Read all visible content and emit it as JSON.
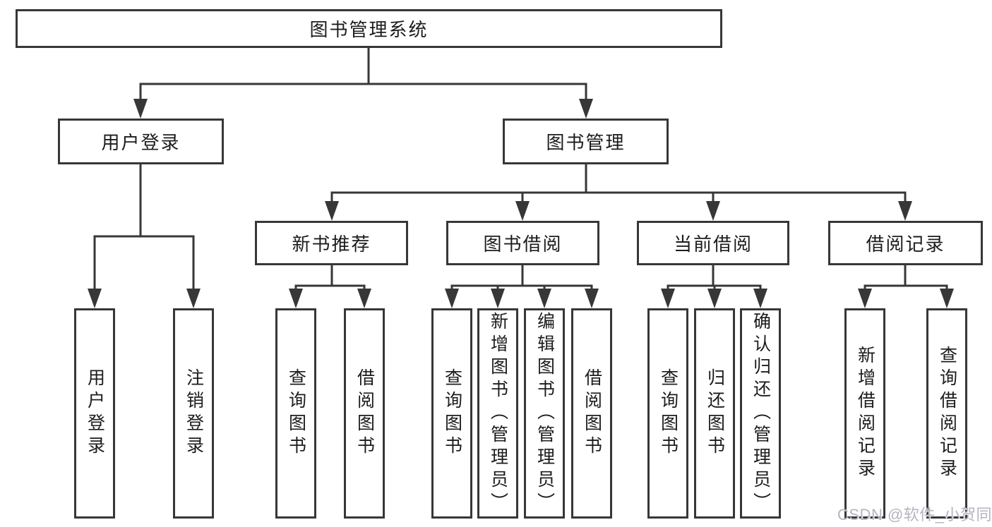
{
  "colors": {
    "line": "#373737",
    "text": "#1c1c1c",
    "watermark": "#b3b5c0",
    "background": "#ffffff"
  },
  "watermark": {
    "text": "CSDN @软件_小贺同学"
  },
  "nodes": {
    "root": "图书管理系统",
    "user_login_branch": "用户登录",
    "book_mgmt_branch": "图书管理",
    "new_book_rec": "新书推荐",
    "book_borrow": "图书借阅",
    "current_borrow": "当前借阅",
    "borrow_records": "借阅记录",
    "leaf_user_login": "用户登录",
    "leaf_logout": "注销登录",
    "leaf_nb_query_books": "查询图书",
    "leaf_nb_borrow_books": "借阅图书",
    "leaf_bb_query_books": "查询图书",
    "leaf_bb_add_books": "新增图书（管理员）",
    "leaf_bb_edit_books": "编辑图书（管理员）",
    "leaf_bb_borrow_books": "借阅图书",
    "leaf_cb_query_books": "查询图书",
    "leaf_cb_return_books": "归还图书",
    "leaf_cb_confirm_return": "确认归还（管理员）",
    "leaf_rec_add_record": "新增借阅记录",
    "leaf_rec_query_record": "查询借阅记录"
  }
}
